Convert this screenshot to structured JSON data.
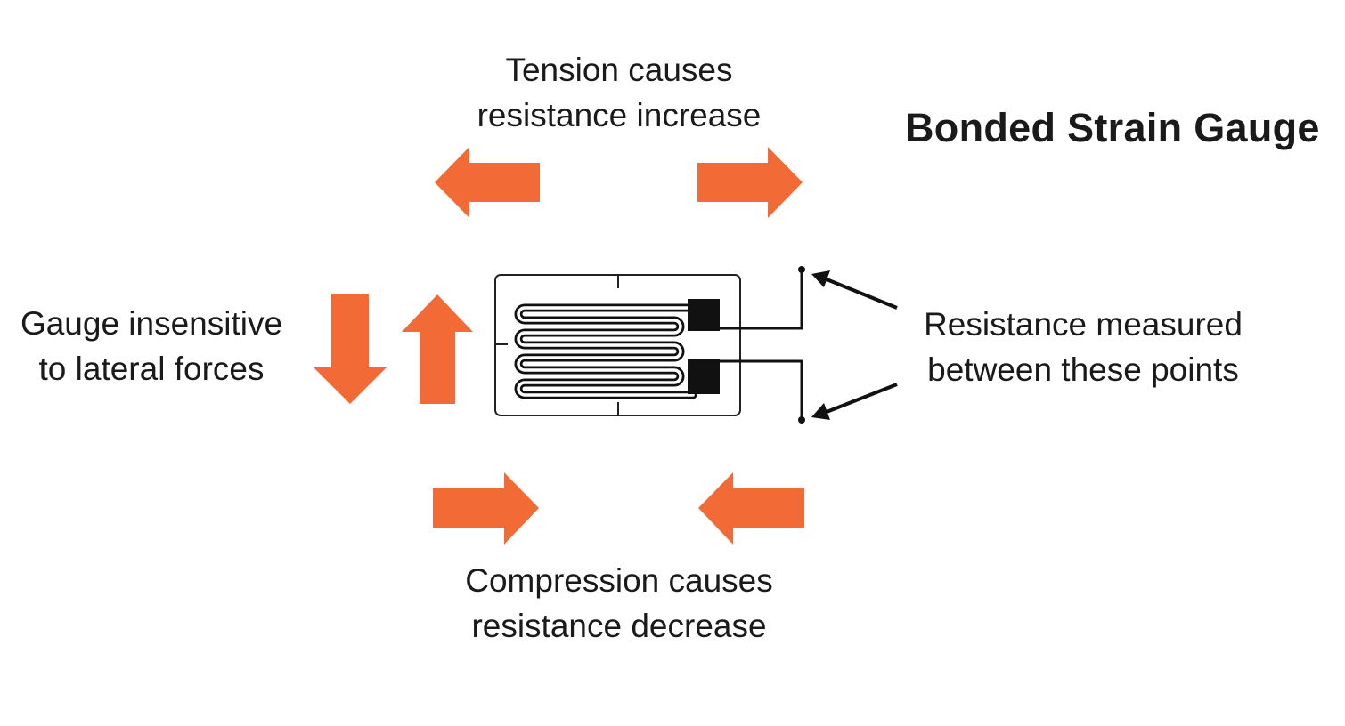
{
  "title": "Bonded Strain Gauge",
  "labels": {
    "tension": [
      "Tension causes",
      "resistance increase"
    ],
    "compression": [
      "Compression causes",
      "resistance decrease"
    ],
    "lateral": [
      "Gauge insensitive",
      "to lateral forces"
    ],
    "resistance": [
      "Resistance measured",
      "between these points"
    ]
  },
  "colors": {
    "arrow": "#f26b36",
    "ink": "#111111",
    "background": "#ffffff"
  }
}
